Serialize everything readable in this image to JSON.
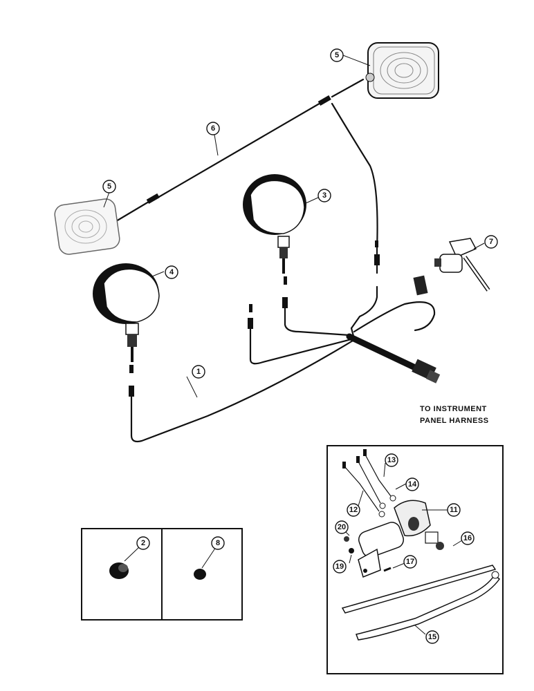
{
  "note": {
    "line1": "TO INSTRUMENT",
    "line2": "PANEL HARNESS"
  },
  "callouts": {
    "c1": "1",
    "c2": "2",
    "c3": "3",
    "c4": "4",
    "c5a": "5",
    "c5b": "5",
    "c6": "6",
    "c7": "7",
    "c8": "8",
    "c11": "11",
    "c12": "12",
    "c13": "13",
    "c14": "14",
    "c15": "15",
    "c16": "16",
    "c17": "17",
    "c19": "19",
    "c20": "20"
  }
}
